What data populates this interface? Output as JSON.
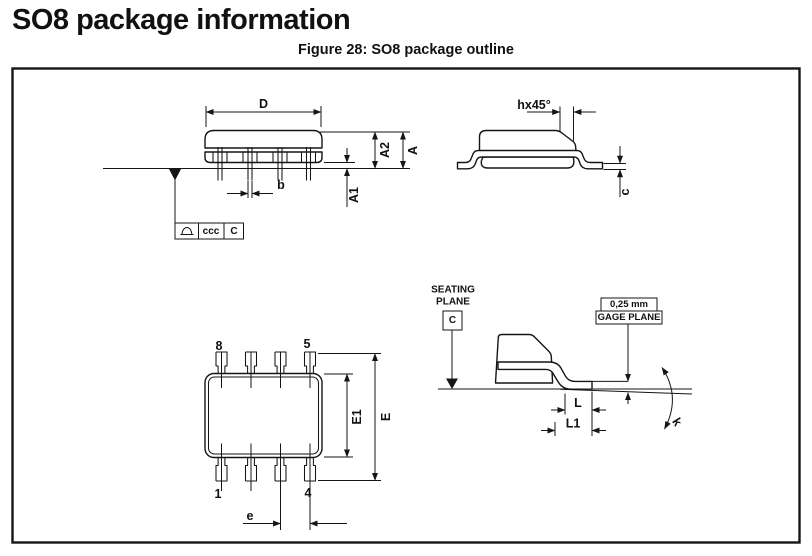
{
  "page": {
    "title": "SO8 package information",
    "caption": "Figure 28: SO8 package outline"
  },
  "colors": {
    "ink": "#151515",
    "background": "#ffffff"
  },
  "side_view": {
    "dim_d": "D",
    "dim_a2": "A2",
    "dim_a": "A",
    "dim_a1": "A1",
    "dim_b": "b",
    "tolerance": "ccc",
    "datum": "C"
  },
  "end_view": {
    "dim_chamfer": "hx45°",
    "dim_c": "c"
  },
  "top_view": {
    "pin_8": "8",
    "pin_5": "5",
    "pin_1": "1",
    "pin_4": "4",
    "dim_e1": "E1",
    "dim_e": "E",
    "dim_pitch": "e"
  },
  "detail_view": {
    "seating_word1": "SEATING",
    "seating_word2": "PLANE",
    "datum": "C",
    "gage_offset": "0,25 mm",
    "gage_plane": "GAGE PLANE",
    "dim_l": "L",
    "dim_l1": "L1",
    "dim_k": "k"
  }
}
